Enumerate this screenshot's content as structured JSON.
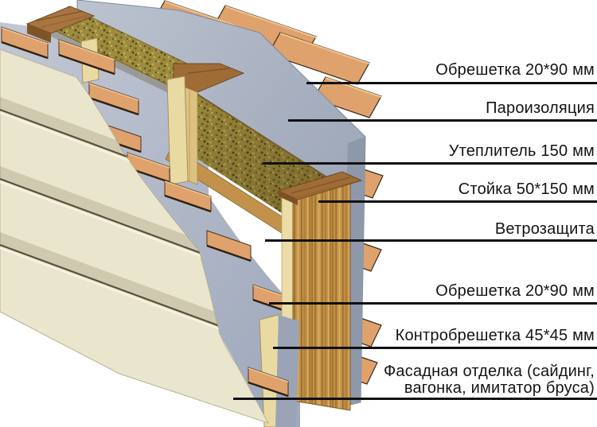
{
  "diagram": {
    "type": "wall-construction-cutaway",
    "language": "ru",
    "labels": [
      {
        "text": "Обрешетка 20*90 мм"
      },
      {
        "text": "Пароизоляция"
      },
      {
        "text": "Утеплитель 150 мм"
      },
      {
        "text": "Стойка 50*150 мм"
      },
      {
        "text": "Ветрозащита"
      },
      {
        "text": "Обрешетка 20*90 мм"
      },
      {
        "text": "Контробрешетка 45*45 мм"
      },
      {
        "text": "Фасадная отделка (сайдинг,",
        "text2": "вагонка, имитатор бруса)"
      }
    ],
    "layers": [
      "interior-lathing-battens",
      "vapor-barrier-sheet",
      "insulation",
      "stud",
      "windproof-membrane",
      "exterior-lathing-battens",
      "counter-lathing",
      "siding-facade"
    ],
    "colors": {
      "background": "#ffffff",
      "leader_line": "#101010",
      "label_text": "#141414",
      "siding": "#eae6ce",
      "siding_seam": "#564f3a",
      "membrane": "#aeb6c7",
      "vapor_sheet": "#a5aec0",
      "batten_wood": "#dfa26c",
      "batten_outline": "#3b2b18",
      "counter_batten": "#e9daa4",
      "insulation_base": "#9d8b3e",
      "insulation_speck_dark": "#584a12",
      "insulation_speck_light": "#c8b45e",
      "stud_face": "#c29048",
      "stud_end_grain": "#a06c36",
      "stud_light_face": "#ecdca6"
    }
  }
}
